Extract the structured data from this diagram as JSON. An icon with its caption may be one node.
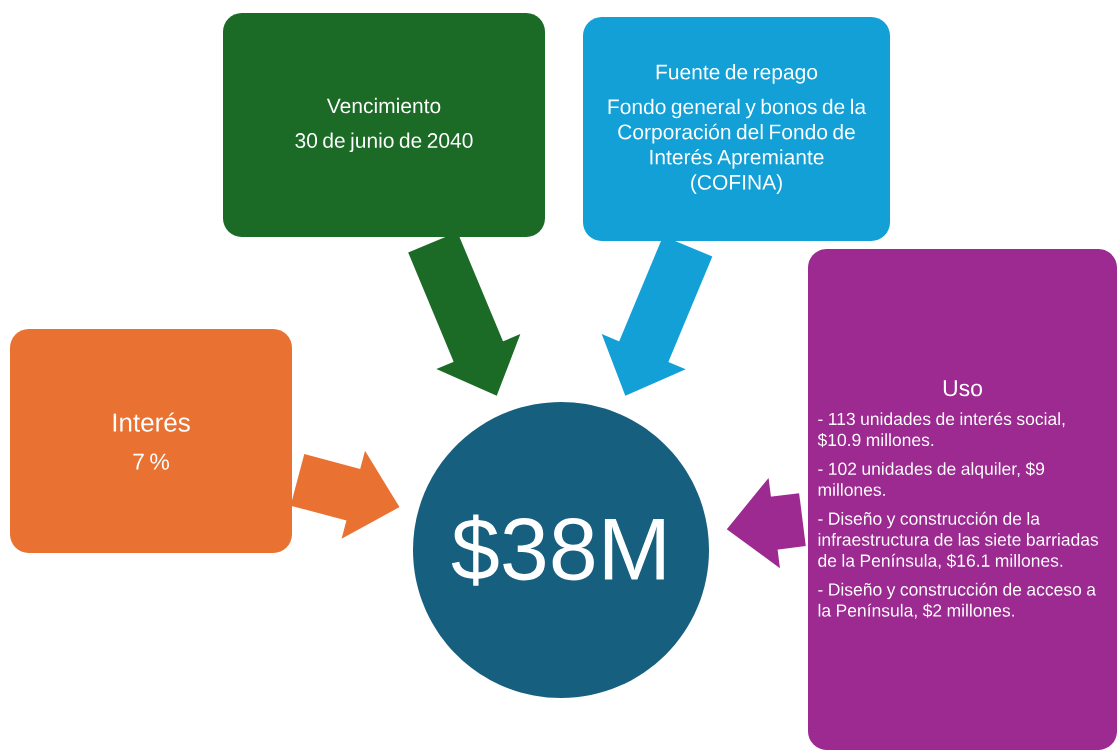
{
  "diagram": {
    "nodes": [
      {
        "text": [
          "Vencimiento",
          "30 de junio de 2040"
        ]
      },
      {
        "text": [
          "Fuente de repago",
          "Fondo general y bonos de la Corporación del Fondo de Interés Apremiante (COFINA)"
        ]
      },
      {
        "text": [
          "Uso",
          "- 113 unidades de interés social, $10.9 millones.",
          "- 102 unidades de alquiler, $9 millones.",
          "- Diseño y construcción de la infraestructura de las siete barriadas de la Península, $16.1 millones.",
          "- Diseño y construcción de acceso a la Península, $2 millones."
        ]
      },
      {
        "text": [
          "Interés",
          "7 %"
        ]
      },
      {
        "text": [
          "$38M"
        ]
      }
    ],
    "edges": [
      {
        "from": 0,
        "to": 4,
        "arrow": "to",
        "color": "#1b6b27"
      },
      {
        "from": 1,
        "to": 4,
        "arrow": "to",
        "color": "#12a0d7"
      },
      {
        "from": 2,
        "to": 4,
        "arrow": "to",
        "color": "#9c2a91"
      },
      {
        "from": 3,
        "to": 4,
        "arrow": "to",
        "color": "#e97232"
      }
    ]
  }
}
